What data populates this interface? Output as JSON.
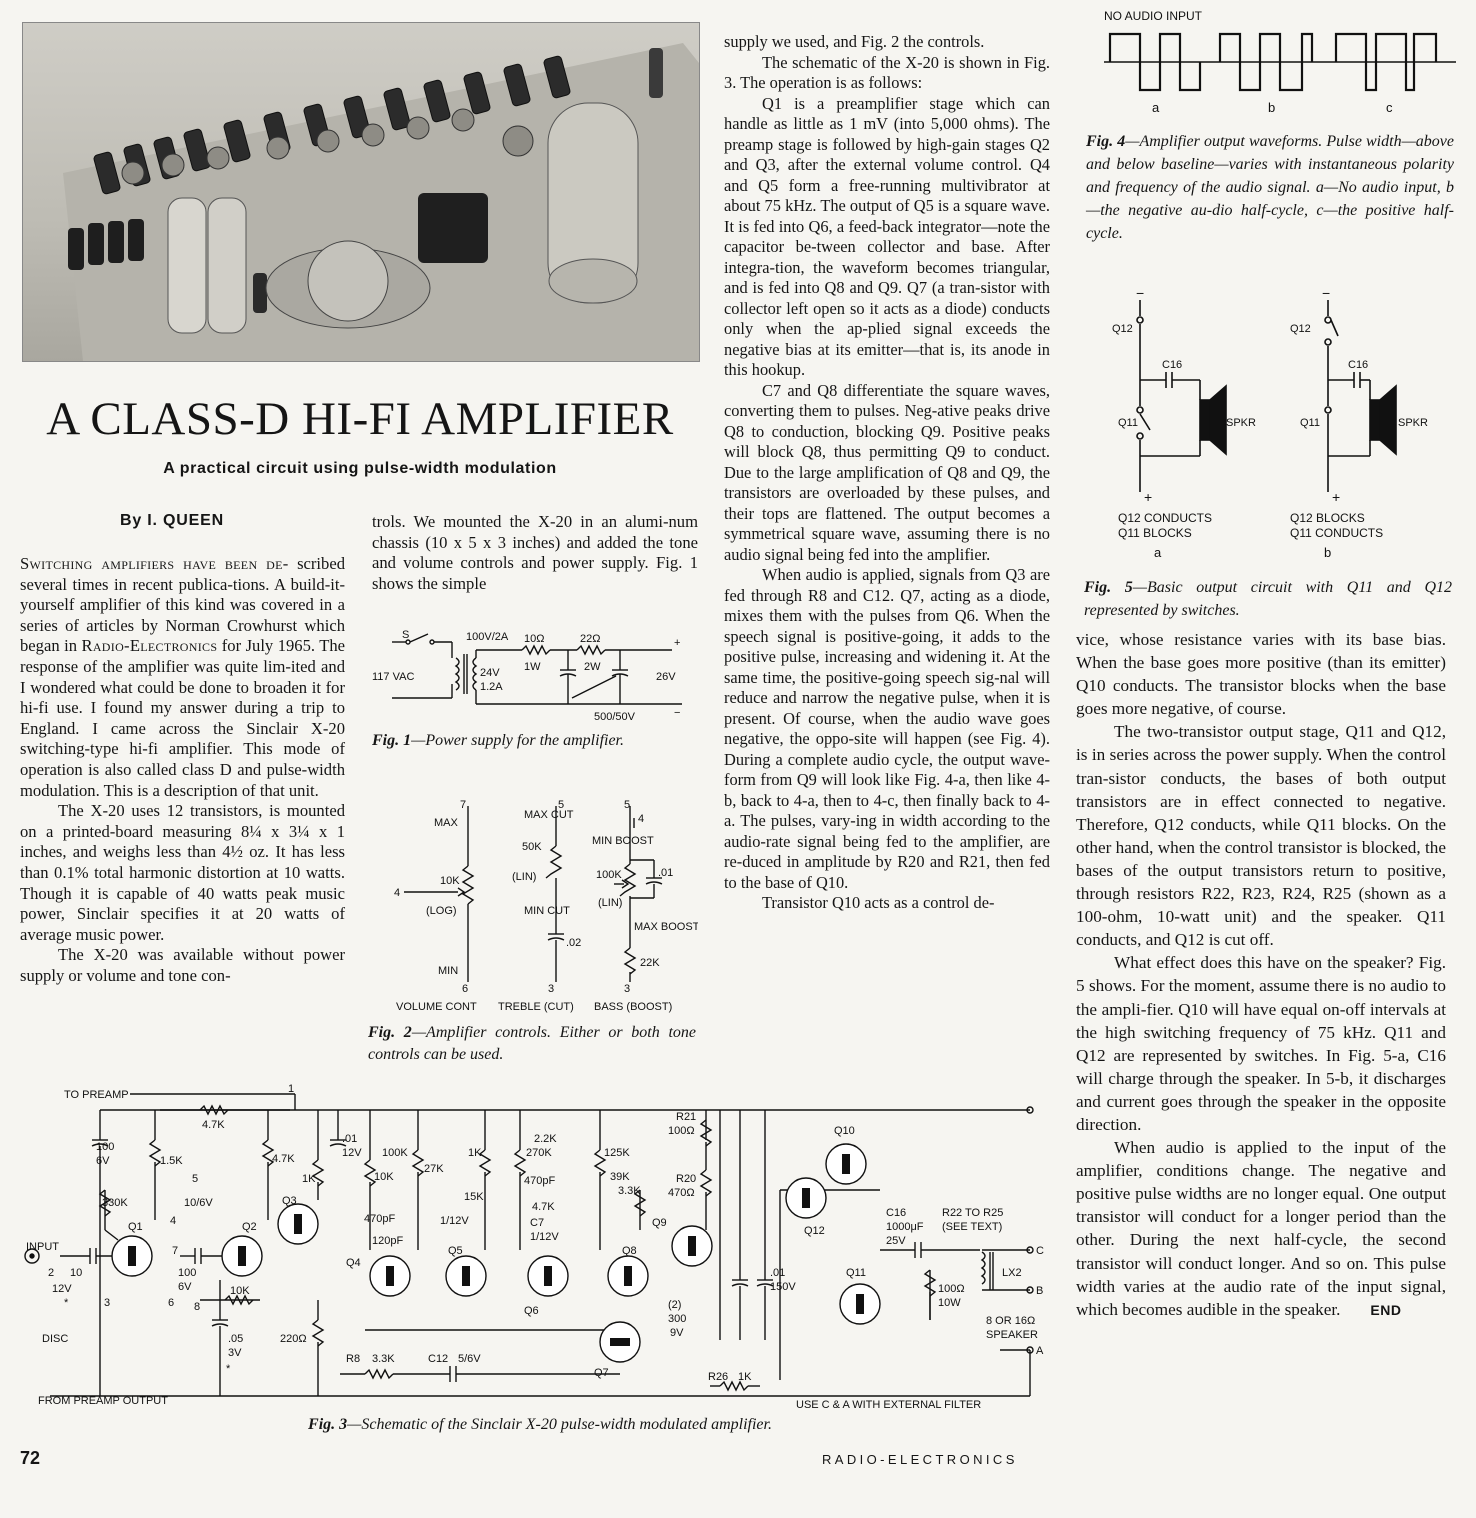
{
  "article": {
    "title": "A CLASS-D HI-FI AMPLIFIER",
    "subtitle": "A practical circuit using pulse-width modulation",
    "byline": "By I. QUEEN",
    "page_number": "72",
    "magazine": "RADIO-ELECTRONICS",
    "end_mark": "END"
  },
  "col1": {
    "p1_lead": "Switching amplifiers have been de-",
    "p1_rest": "scribed several times in recent publica-tions. A build-it-yourself amplifier of this kind was covered in a series of articles by Norman Crowhurst which began in ",
    "p1_mag": "Radio-Electronics",
    "p1_end": " for July 1965. The response of the amplifier was quite lim-ited and I wondered what could be done to broaden it for hi-fi use. I found my answer during a trip to England. I came across the Sinclair X-20 switching-type hi-fi amplifier. This mode of operation is also called class D and pulse-width modulation. This is a description of that unit.",
    "p2": "The X-20 uses 12 transistors, is mounted on a printed-board measuring 8¼ x 3¼ x 1 inches, and weighs less than 4½ oz. It has less than 0.1% total harmonic distortion at 10 watts. Though it is capable of 40 watts peak music power, Sinclair specifies it at 20 watts of average music power.",
    "p3": "The X-20 was available without power supply or volume and tone con-"
  },
  "col2": {
    "p1": "trols. We mounted the X-20 in an alumi-num chassis (10 x 5 x 3 inches) and added the tone and volume controls and power supply. Fig. 1 shows the simple"
  },
  "col3": {
    "p0": "supply we used, and Fig. 2 the controls.",
    "p1": "The schematic of the X-20 is shown in Fig. 3. The operation is as follows:",
    "p2": "Q1 is a preamplifier stage which can handle as little as 1 mV (into 5,000 ohms). The preamp stage is followed by high-gain stages Q2 and Q3, after the external volume control. Q4 and Q5 form a free-running multivibrator at about 75 kHz. The output of Q5 is a square wave. It is fed into Q6, a feed-back integrator—note the capacitor be-tween collector and base. After integra-tion, the waveform becomes triangular, and is fed into Q8 and Q9. Q7 (a tran-sistor with collector left open so it acts as a diode) conducts only when the ap-plied signal exceeds the negative bias at its emitter—that is, its anode in this hookup.",
    "p3": "C7 and Q8 differentiate the square waves, converting them to pulses. Neg-ative peaks drive Q8 to conduction, blocking Q9. Positive peaks will block Q8, thus permitting Q9 to conduct. Due to the large amplification of Q8 and Q9, the transistors are overloaded by these pulses, and their tops are flattened. The output becomes a symmetrical square wave, assuming there is no audio signal being fed into the amplifier.",
    "p4": "When audio is applied, signals from Q3 are fed through R8 and C12. Q7, acting as a diode, mixes them with the pulses from Q6. When the speech signal is positive-going, it adds to the positive pulse, increasing and widening it. At the same time, the positive-going speech sig-nal will reduce and narrow the negative pulse, when it is present. Of course, when the audio wave goes negative, the oppo-site will happen (see Fig. 4). During a complete audio cycle, the output wave-form from Q9 will look like Fig. 4-a, then like 4-b, back to 4-a, then to 4-c, then finally back to 4-a. The pulses, vary-ing in width according to the audio-rate signal being fed to the amplifier, are re-duced in amplitude by R20 and R21, then fed to the base of Q10.",
    "p5": "Transistor Q10 acts as a control de-"
  },
  "col4": {
    "p1": "vice, whose resistance varies with its base bias. When the base goes more positive (than its emitter) Q10 conducts. The transistor blocks when the base goes more negative, of course.",
    "p2": "The two-transistor output stage, Q11 and Q12, is in series across the power supply. When the control tran-sistor conducts, the bases of both output transistors are in effect connected to negative. Therefore, Q12 conducts, while Q11 blocks. On the other hand, when the control transistor is blocked, the bases of the output transistors return to positive, through resistors R22, R23, R24, R25 (shown as a 100-ohm, 10-watt unit) and the speaker. Q11 conducts, and Q12 is cut off.",
    "p3": "What effect does this have on the speaker? Fig. 5 shows. For the moment, assume there is no audio to the ampli-fier. Q10 will have equal on-off intervals at the high switching frequency of 75 kHz. Q11 and Q12 are represented by switches. In Fig. 5-a, C16 will charge through the speaker. In 5-b, it discharges and current goes through the speaker in the opposite direction.",
    "p4": "When audio is applied to the input of the amplifier, conditions change. The negative and positive pulse widths are no longer equal. One output transistor will conduct for a longer period than the other. During the next half-cycle, the second transistor will conduct longer. And so on. This pulse width varies at the audio rate of the input signal, which becomes audible in the speaker."
  },
  "captions": {
    "fig1_num": "Fig. 1",
    "fig1_text": "—Power supply for the amplifier.",
    "fig2_num": "Fig. 2",
    "fig2_text": "—Amplifier controls. Either or both tone controls can be used.",
    "fig3_num": "Fig. 3",
    "fig3_text": "—Schematic of the Sinclair X-20 pulse-width modulated amplifier.",
    "fig4_num": "Fig. 4",
    "fig4_text": "—Amplifier output waveforms. Pulse width—above and below baseline—varies with instantaneous polarity and frequency of the audio signal. a—No audio input, b—the negative au-dio half-cycle, c—the positive half-cycle.",
    "fig5_num": "Fig. 5",
    "fig5_text": "—Basic output circuit with Q11 and Q12 represented by switches."
  },
  "fig1": {
    "switch": "S",
    "mains": "117 VAC",
    "fuse": "100V/2A",
    "secondary": "24V",
    "secondary_current": "1.2A",
    "r1": "10Ω",
    "r1_watt": "1W",
    "r2": "22Ω",
    "r2_watt": "2W",
    "cap": "500/50V",
    "out_v": "26V",
    "plus": "+",
    "minus": "−"
  },
  "fig2": {
    "vol_top": "7",
    "vol_max": "MAX",
    "vol_pot": "10K",
    "vol_log": "(LOG)",
    "vol_min": "MIN",
    "vol_in": "4",
    "vol_bot": "6",
    "treble_top": "5",
    "treble_max": "MAX CUT",
    "treble_pot": "50K",
    "treble_lin": "(LIN)",
    "treble_min": "MIN CUT",
    "treble_cap": ".02",
    "treble_bot": "3",
    "bass_top": "5",
    "bass_pin": "4",
    "bass_min": "MIN BOOST",
    "bass_pot": "100K",
    "bass_lin": "(LIN)",
    "bass_cap": ".01",
    "bass_max": "MAX BOOST",
    "bass_r": "22K",
    "bass_bot": "3",
    "label_vol": "VOLUME CONT",
    "label_treble": "TREBLE (CUT)",
    "label_bass": "BASS (BOOST)"
  },
  "fig3": {
    "to_preamp": "TO PREAMP",
    "pin1": "1",
    "r_47k_top": "4.7K",
    "c100": "100",
    "c100v": "6V",
    "r15k": "1.5K",
    "pin5": "5",
    "c10": "10/6V",
    "pin4": "4",
    "r330k": "330K",
    "q1": "Q1",
    "input": "INPUT",
    "pin2": "2",
    "c_in": "10",
    "c_in_v": "12V",
    "pin3": "3",
    "disc": "DISC",
    "star": "*",
    "pin7": "7",
    "c100b": "100",
    "c100b_v": "6V",
    "pin6": "6",
    "pin8": "8",
    "r10k_a": "10K",
    "q2": "Q2",
    "c05": ".05",
    "c05v": "3V",
    "r47k_b": "4.7K",
    "r1k": "1K",
    "q3": "Q3",
    "r220": "220Ω",
    "c01a": ".01",
    "c01a_v": "12V",
    "r100k": "100K",
    "r10k_b": "10K",
    "c470a": "470pF",
    "c120": "120pF",
    "q4": "Q4",
    "r27k": "27K",
    "r15k_b": "15K",
    "c1": "1/12V",
    "q5": "Q5",
    "r1k_b": "1K",
    "r22k": "2.2K",
    "r270k": "270K",
    "c470b": "470pF",
    "r47k_c": "4.7K",
    "c7": "C7",
    "c7v": "1/12V",
    "q6": "Q6",
    "r125k": "125K",
    "r39k": "39K",
    "r33k": "3.3K",
    "q7": "Q7",
    "q8": "Q8",
    "r21": "R21",
    "r21v": "100Ω",
    "r20": "R20",
    "r20v": "470Ω",
    "q9": "Q9",
    "c2": "(2)",
    "c2v": "300",
    "c2vv": "9V",
    "c01b": ".01",
    "c01b_v": "150V",
    "q10": "Q10",
    "q12": "Q12",
    "q11": "Q11",
    "c16": "C16",
    "c16v": "1000μF",
    "c16vv": "25V",
    "r22": "R22 TO R25",
    "see_text": "(SEE TEXT)",
    "r100": "100Ω",
    "r100w": "10W",
    "lx2": "LX2",
    "tc": "C",
    "tb": "B",
    "ta": "A",
    "spk": "8 OR 16Ω",
    "spk2": "SPEAKER",
    "r8": "R8",
    "r8v": "3.3K",
    "c12": "C12",
    "c12v": "5/6V",
    "r26": "R26",
    "r26v": "1K",
    "from_preamp": "FROM PREAMP OUTPUT",
    "use_ca": "USE C & A WITH EXTERNAL FILTER"
  },
  "fig4": {
    "title": "NO AUDIO INPUT",
    "a": "a",
    "b": "b",
    "c": "c"
  },
  "fig5": {
    "minus": "−",
    "plus": "+",
    "q12": "Q12",
    "q11": "Q11",
    "c16": "C16",
    "spkr": "SPKR",
    "a_line1": "Q12 CONDUCTS",
    "a_line2": "Q11 BLOCKS",
    "a": "a",
    "b_line1": "Q12 BLOCKS",
    "b_line2": "Q11 CONDUCTS",
    "b": "b"
  }
}
